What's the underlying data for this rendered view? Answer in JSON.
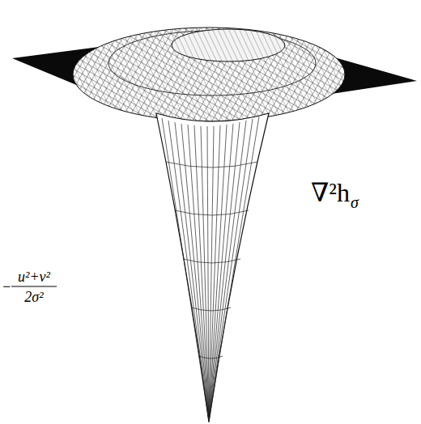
{
  "diagram": {
    "labels": [
      "∇²h",
      "σ",
      "−",
      "u²+v²",
      "2σ²"
    ]
  }
}
